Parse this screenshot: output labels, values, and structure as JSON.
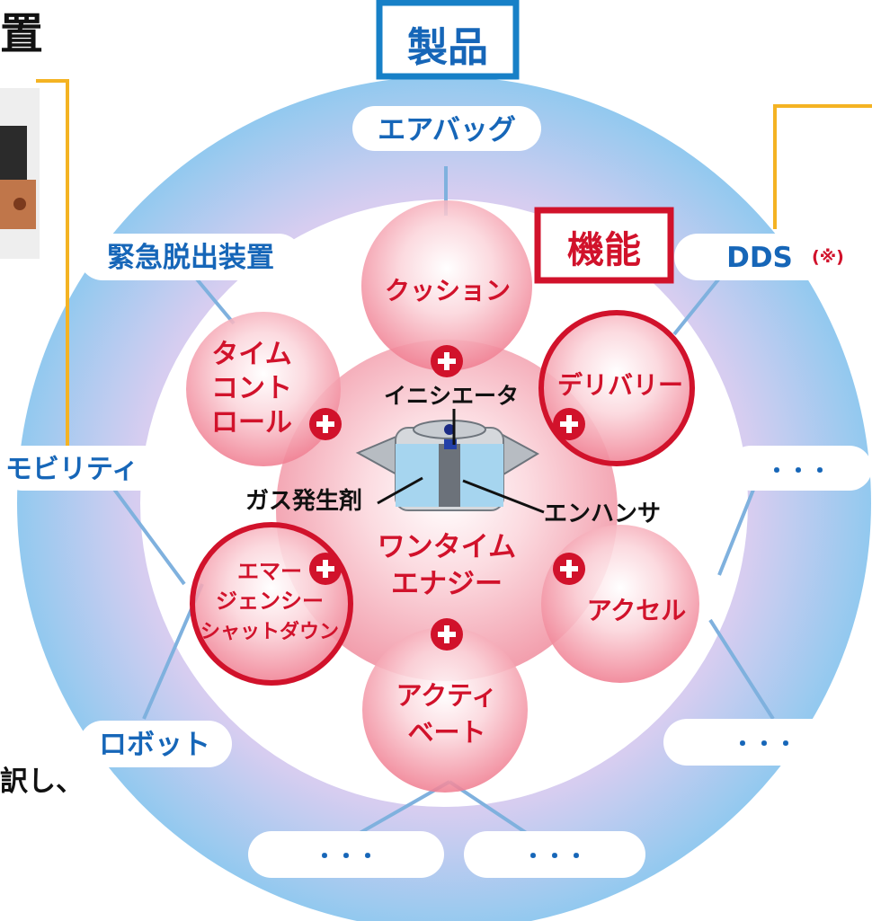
{
  "left_cut": {
    "title_fragment": "置",
    "caption_fragment": "訳し、"
  },
  "product_box": {
    "label": "製品"
  },
  "function_box": {
    "label": "機能"
  },
  "products": {
    "airbag": "エアバッグ",
    "emergency_escape": "緊急脱出装置",
    "dds": "DDS",
    "dds_note": "(※)",
    "mobility": "モビリティ",
    "robot": "ロボット",
    "more_right_upper": "・・・",
    "more_right_lower": "・・・",
    "more_bottom_left": "・・・",
    "more_bottom_right": "・・・"
  },
  "functions": {
    "cushion": "クッション",
    "time_control": [
      "タイム",
      "コント",
      "ロール"
    ],
    "delivery": "デリバリー",
    "emergency_shutdown": [
      "エマー",
      "ジェンシー",
      "シャットダウン"
    ],
    "accel": "アクセル",
    "activate": [
      "アクティ",
      "ベート"
    ],
    "one_time_energy": [
      "ワンタイム",
      "エナジー"
    ]
  },
  "device_labels": {
    "initiator": "イニシエータ",
    "gas_generant": "ガス発生剤",
    "enhancer": "エンハンサ"
  },
  "icons": {
    "plus": "plus-icon",
    "device": "igniter-device-icon",
    "photo": "device-photo-icon"
  },
  "colors": {
    "ring_blue": "#9fcdee",
    "product_blue": "#1666b8",
    "accent_red": "#d1122b",
    "accent_yellow": "#f4b323",
    "function_pink": "#f29aa6"
  }
}
